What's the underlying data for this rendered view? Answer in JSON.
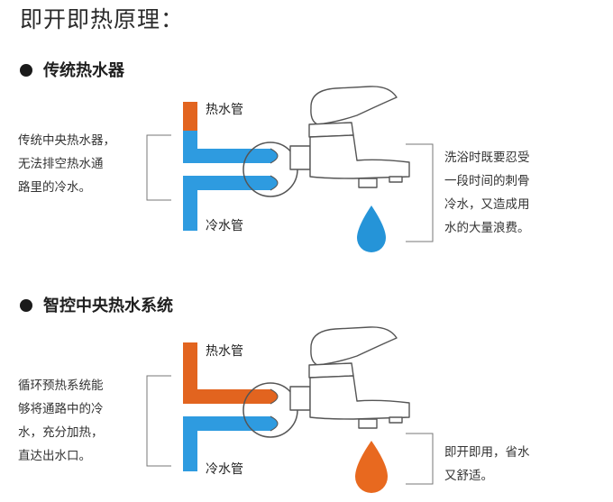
{
  "title": "即开即热原理：",
  "colors": {
    "hot_pipe": "#e2641f",
    "cold_pipe": "#2e9be0",
    "cold_drop": "#2594d8",
    "hot_drop": "#e8691f",
    "faucet_stroke": "#555555",
    "bracket": "#777777"
  },
  "sections": [
    {
      "heading": "传统热水器",
      "left_text": "传统中央热水器，\n无法排空热水通\n路里的冷水。",
      "hot_label": "热水管",
      "cold_label": "冷水管",
      "right_text": "洗浴时既要忍受\n一段时间的刺骨\n冷水，又造成用\n水的大量浪费。",
      "drop_color": "cold",
      "hot_pipe_full": false
    },
    {
      "heading": "智控中央热水系统",
      "left_text": "循环预热系统能\n够将通路中的冷\n水，充分加热，\n直达出水口。",
      "hot_label": "热水管",
      "cold_label": "冷水管",
      "right_text": "即开即用，省水\n又舒适。",
      "drop_color": "hot",
      "hot_pipe_full": true
    }
  ]
}
